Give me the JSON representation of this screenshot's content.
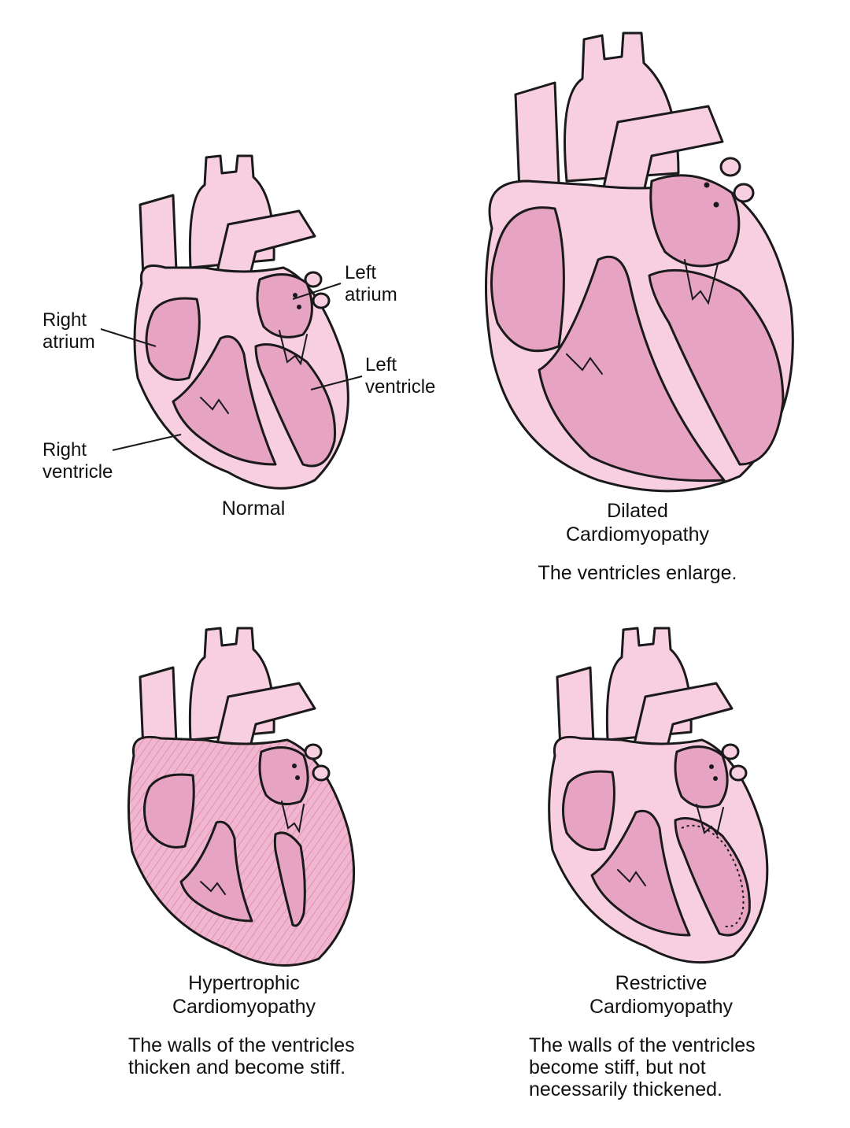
{
  "colors": {
    "outer": "#f7cfe0",
    "chamber": "#e7a4c2",
    "wall": "#f4c2d8",
    "outline": "#1a1a1a"
  },
  "panels": [
    {
      "title": "Normal",
      "description": ""
    },
    {
      "title": "Dilated\nCardiomyopathy",
      "description": "The ventricles enlarge."
    },
    {
      "title": "Hypertrophic\nCardiomyopathy",
      "description": "The walls of the ventricles\nthicken and become stiff."
    },
    {
      "title": "Restrictive\nCardiomyopathy",
      "description": "The walls of the ventricles\nbecome stiff, but not\nnecessarily thickened."
    }
  ],
  "labels": {
    "left_atrium": "Left\natrium",
    "right_atrium": "Right\natrium",
    "left_ventricle": "Left\nventricle",
    "right_ventricle": "Right\nventricle"
  }
}
